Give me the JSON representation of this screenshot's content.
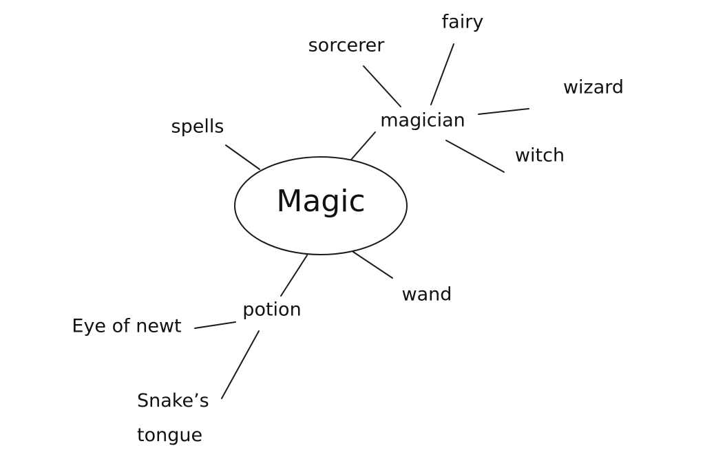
{
  "central": {
    "label": "Magic"
  },
  "nodes": {
    "spells": "spells",
    "magician": "magician",
    "sorcerer": "sorcerer",
    "fairy": "fairy",
    "wizard": "wizard",
    "witch": "witch",
    "wand": "wand",
    "potion": "potion",
    "eye_of_newt": "Eye of newt",
    "snakes_tongue_line1": "Snake’s",
    "snakes_tongue_line2": "tongue"
  }
}
